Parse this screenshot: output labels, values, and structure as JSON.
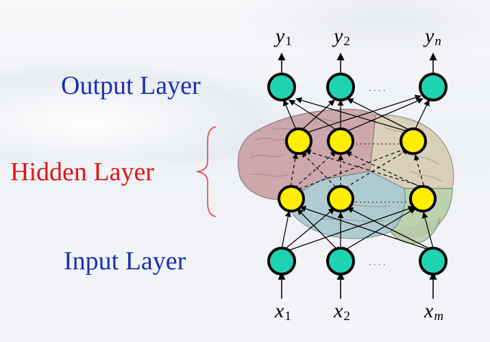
{
  "labels": {
    "output": "Output Layer",
    "hidden": "Hidden Layer",
    "input": "Input Layer"
  },
  "outputs": [
    {
      "var": "y",
      "sub": "1"
    },
    {
      "var": "y",
      "sub": "2"
    },
    {
      "var": "y",
      "sub": "n"
    }
  ],
  "inputs": [
    {
      "var": "x",
      "sub": "1"
    },
    {
      "var": "x",
      "sub": "2"
    },
    {
      "var": "x",
      "sub": "m"
    }
  ],
  "ellipsis": ". . . .",
  "colors": {
    "output_text": "#1a2fb5",
    "hidden_text": "#e01414",
    "input_text": "#1a2fb5",
    "io_node": "#1fd3b2",
    "hidden_node": "#ffee00",
    "brain_front": "#c9a0a6",
    "brain_parietal": "#d8cdb4",
    "brain_temporal": "#a9c7cf",
    "brain_occipital": "#b7cfa6"
  },
  "icons": [
    "brain-illustration",
    "curly-brace"
  ]
}
